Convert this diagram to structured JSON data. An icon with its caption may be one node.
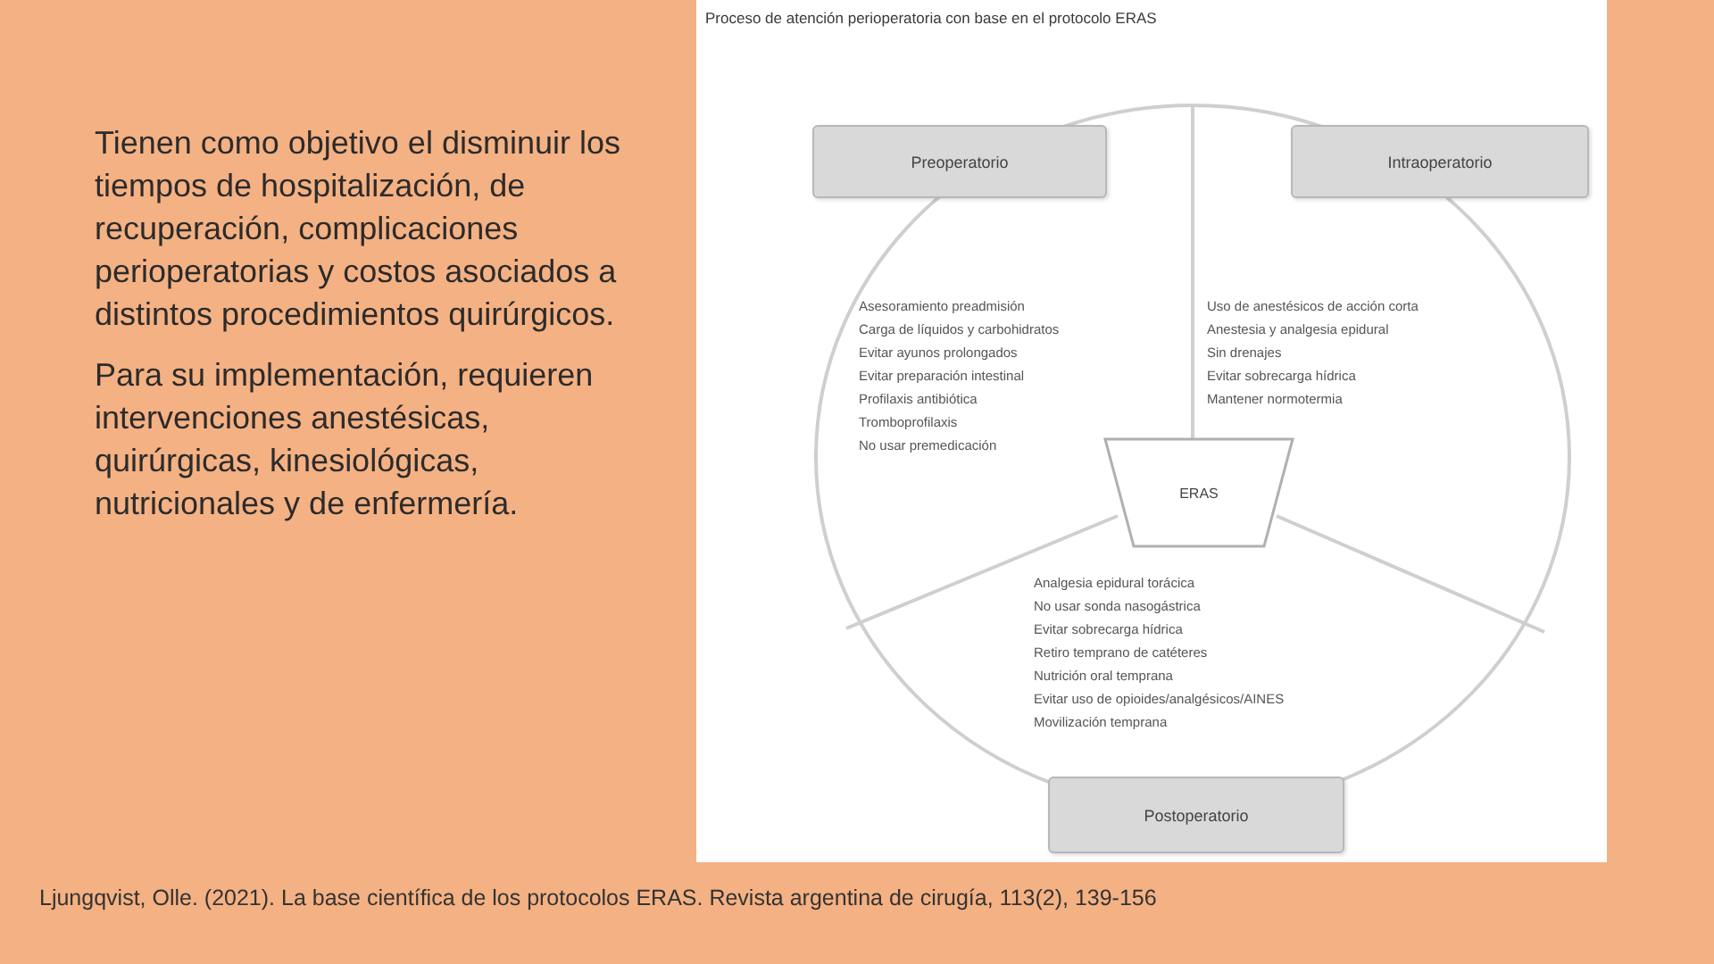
{
  "diagram": {
    "title": "Proceso de atención perioperatoria con base en el protocolo ERAS",
    "caption": "Ljungqvist, Olle. (2021). La base científica de los protocolos ERAS. Revista argentina de cirugía, 113(2), 139-156",
    "nodes": [
      {
        "text": [
          "Preoperatorio"
        ],
        "beside": [
          "Asesoramiento preadmisión",
          "Carga de líquidos y carbohidratos",
          "Evitar ayunos prolongados",
          "Evitar preparación intestinal",
          "Profilaxis antibiótica",
          "Tromboprofilaxis",
          "No usar premedicación"
        ]
      },
      {
        "text": [
          "Intraoperatorio"
        ],
        "beside": [
          "Uso de anestésicos de acción corta",
          "Anestesia y analgesia epidural",
          "Sin drenajes",
          "Evitar sobrecarga hídrica",
          "Mantener normotermia"
        ]
      },
      {
        "text": [
          "ERAS"
        ]
      },
      {
        "text": [
          "Postoperatorio"
        ],
        "beside": [
          "Analgesia epidural torácica",
          "No usar sonda nasogástrica",
          "Evitar sobrecarga hídrica",
          "Retiro temprano de catéteres",
          "Nutrición oral temprana",
          "Evitar uso de opioides/analgésicos/AINES",
          "Movilización temprana"
        ]
      }
    ],
    "labels": [
      "Tienen como objetivo el disminuir los tiempos de hospitalización, de recuperación, complicaciones perioperatorias y costos asociados a distintos procedimientos quirúrgicos.",
      "Para su implementación, requieren intervenciones anestésicas, quirúrgicas, kinesiológicas, nutricionales y de enfermería."
    ]
  }
}
